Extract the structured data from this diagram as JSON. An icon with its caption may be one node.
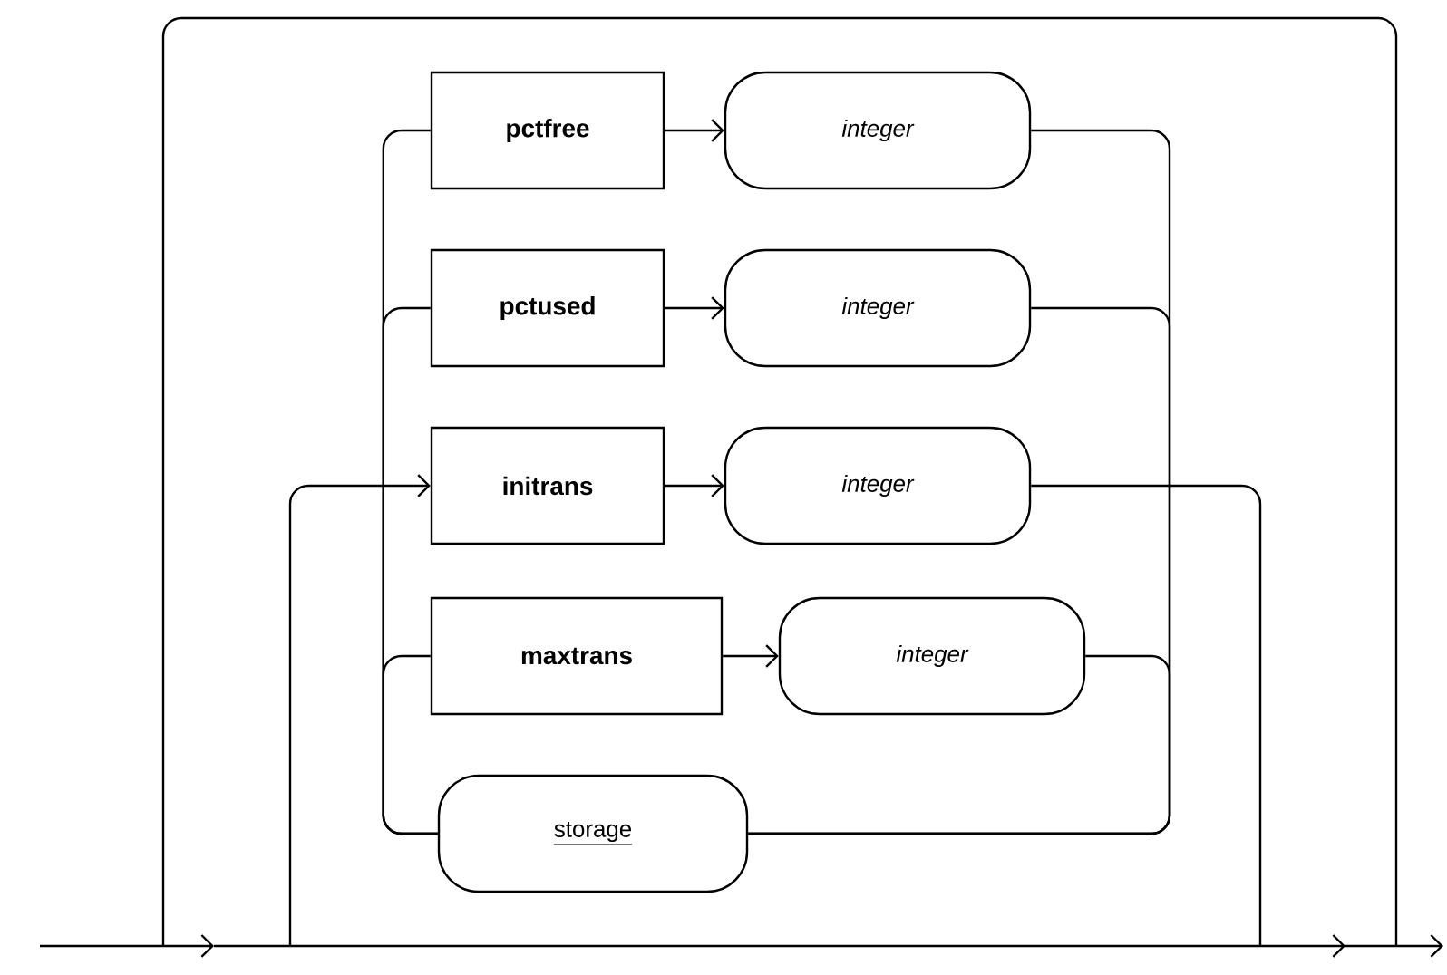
{
  "diagram": {
    "nodes": [
      {
        "text": [
          "pctfree"
        ]
      },
      {
        "text": [
          "integer"
        ]
      },
      {
        "text": [
          "pctused"
        ]
      },
      {
        "text": [
          "integer"
        ]
      },
      {
        "text": [
          "initrans"
        ]
      },
      {
        "text": [
          "integer"
        ]
      },
      {
        "text": [
          "maxtrans"
        ]
      },
      {
        "text": [
          "integer"
        ]
      },
      {
        "text": [
          "storage"
        ]
      }
    ],
    "edges": [
      {
        "from": 0,
        "to": 1,
        "arrow": "to"
      },
      {
        "from": 2,
        "to": 3,
        "arrow": "to"
      },
      {
        "from": 4,
        "to": 5,
        "arrow": "to"
      },
      {
        "from": 6,
        "to": 7,
        "arrow": "to"
      },
      {
        "from": 0,
        "to": 8,
        "arrow": "none"
      },
      {
        "from": 1,
        "to": 8,
        "arrow": "none"
      },
      {
        "from": 2,
        "to": 8,
        "arrow": "none"
      },
      {
        "from": 6,
        "to": 8,
        "arrow": "none"
      },
      {
        "from": 3,
        "to": 8,
        "arrow": "none"
      },
      {
        "from": 7,
        "to": 8,
        "arrow": "none"
      },
      {
        "from": null,
        "to": 4,
        "arrow": "to"
      },
      {
        "from": 5,
        "to": null,
        "arrow": "none"
      }
    ]
  }
}
